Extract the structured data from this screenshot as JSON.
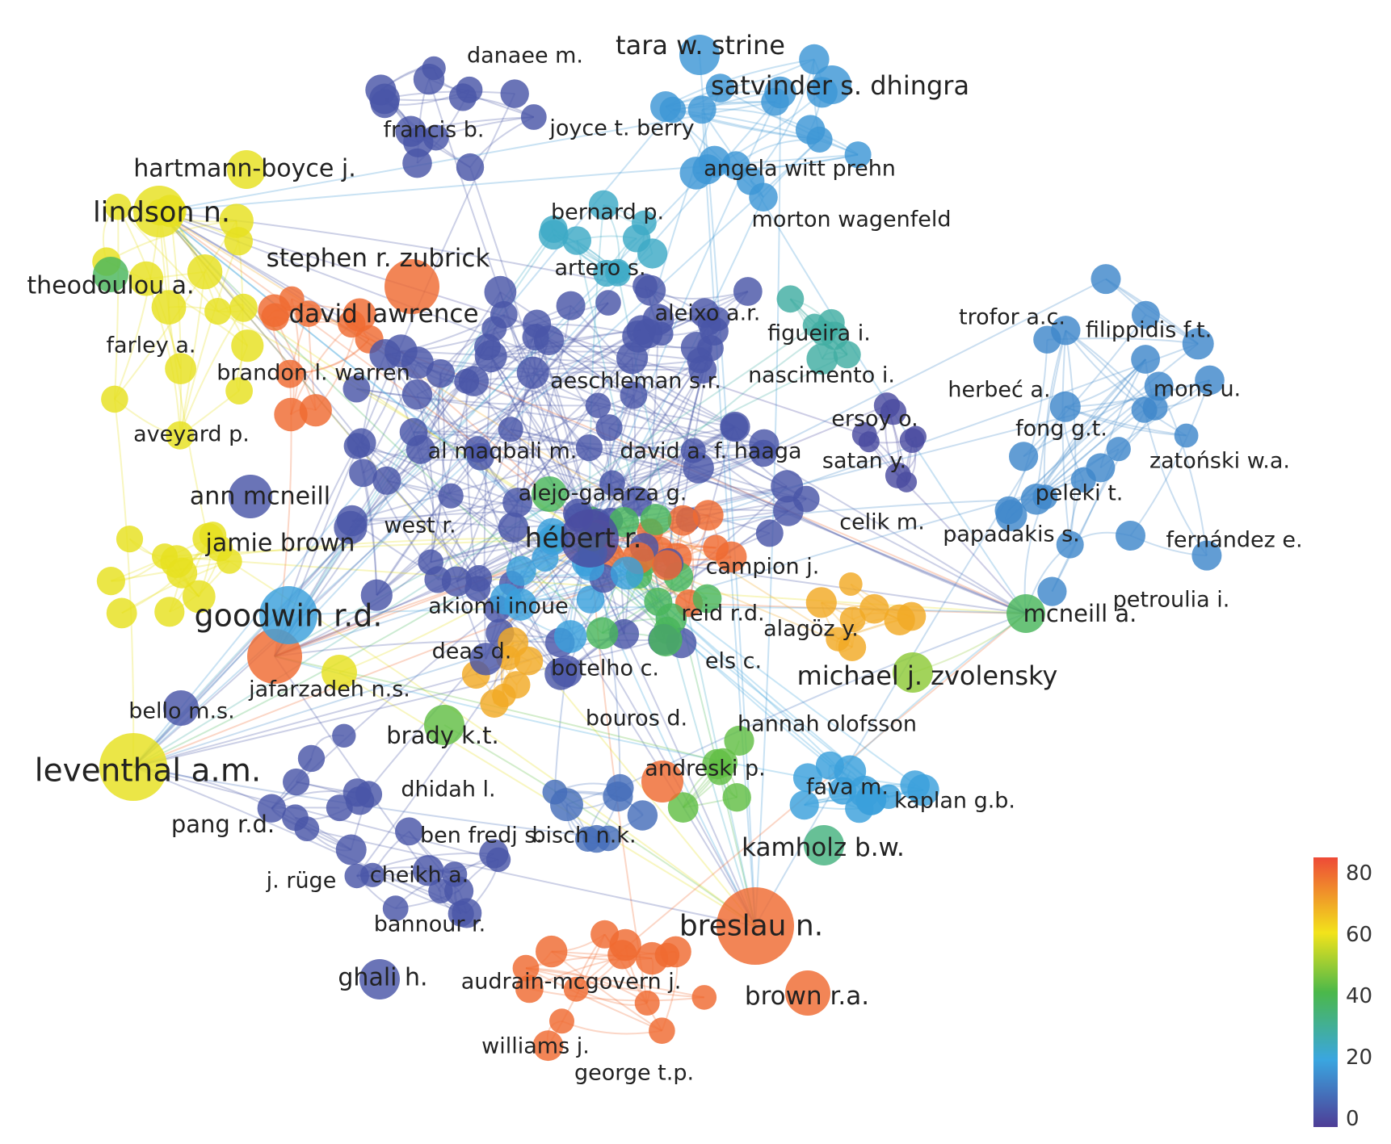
{
  "colors": {
    "scale": [
      "#4e3d96",
      "#3aa6e0",
      "#4bb84a",
      "#f2e31b",
      "#ee4a37"
    ],
    "edge_alpha": 0.28
  },
  "legend": {
    "ticks": [
      "80",
      "60",
      "40",
      "20",
      "0"
    ],
    "min": 0,
    "max": 85
  },
  "labels": [
    {
      "text": "danaee m.",
      "v": 5
    },
    {
      "text": "tara w. strine",
      "v": 18
    },
    {
      "text": "satvinder s. dhingra",
      "v": 18
    },
    {
      "text": "francis b.",
      "v": 5
    },
    {
      "text": "joyce t. berry",
      "v": 20
    },
    {
      "text": "hartmann-boyce j.",
      "v": 60
    },
    {
      "text": "angela witt prehn",
      "v": 15
    },
    {
      "text": "lindson n.",
      "v": 60
    },
    {
      "text": "bernard p.",
      "v": 25
    },
    {
      "text": "morton wagenfeld",
      "v": 15
    },
    {
      "text": "stephen r. zubrick",
      "v": 70
    },
    {
      "text": "theodoulou a.",
      "v": 40
    },
    {
      "text": "artero s.",
      "v": 25
    },
    {
      "text": "david lawrence",
      "v": 80
    },
    {
      "text": "aleixo a.r.",
      "v": 3
    },
    {
      "text": "trofor a.c.",
      "v": 15
    },
    {
      "text": "filippidis f.t.",
      "v": 15
    },
    {
      "text": "farley a.",
      "v": 60
    },
    {
      "text": "figueira i.",
      "v": 30
    },
    {
      "text": "brandon l. warren",
      "v": 80
    },
    {
      "text": "aeschleman s.r.",
      "v": 10
    },
    {
      "text": "nascimento i.",
      "v": 30
    },
    {
      "text": "herbeć a.",
      "v": 15
    },
    {
      "text": "mons u.",
      "v": 15
    },
    {
      "text": "ersoy o.",
      "v": 3
    },
    {
      "text": "aveyard p.",
      "v": 60
    },
    {
      "text": "fong g.t.",
      "v": 15
    },
    {
      "text": "al maqbali m.",
      "v": 5
    },
    {
      "text": "david a. f. haaga",
      "v": 8
    },
    {
      "text": "satan y.",
      "v": 3
    },
    {
      "text": "zatoński w.a.",
      "v": 15
    },
    {
      "text": "ann mcneill",
      "v": 5
    },
    {
      "text": "alejo-galarza g.",
      "v": 40
    },
    {
      "text": "peleki t.",
      "v": 15
    },
    {
      "text": "west r.",
      "v": 5
    },
    {
      "text": "celik m.",
      "v": 3
    },
    {
      "text": "hébert r.",
      "v": 3
    },
    {
      "text": "papadakis s.",
      "v": 15
    },
    {
      "text": "fernández e.",
      "v": 15
    },
    {
      "text": "jamie brown",
      "v": 5
    },
    {
      "text": "campion j.",
      "v": 70
    },
    {
      "text": "goodwin r.d.",
      "v": 20
    },
    {
      "text": "akiomi inoue",
      "v": 20
    },
    {
      "text": "reid r.d.",
      "v": 80
    },
    {
      "text": "mcneill a.",
      "v": 40
    },
    {
      "text": "petroulia i.",
      "v": 15
    },
    {
      "text": "alagöz y.",
      "v": 5
    },
    {
      "text": "deas d.",
      "v": 70
    },
    {
      "text": "els c.",
      "v": 40
    },
    {
      "text": "botelho c.",
      "v": 40
    },
    {
      "text": "michael j. zvolensky",
      "v": 50
    },
    {
      "text": "jafarzadeh n.s.",
      "v": 5
    },
    {
      "text": "bello m.s.",
      "v": 5
    },
    {
      "text": "bouros d.",
      "v": 5
    },
    {
      "text": "hannah olofsson",
      "v": 30
    },
    {
      "text": "brady k.t.",
      "v": 45
    },
    {
      "text": "leventhal a.m.",
      "v": 60
    },
    {
      "text": "andreski p.",
      "v": 80
    },
    {
      "text": "dhidah l.",
      "v": 5
    },
    {
      "text": "fava m.",
      "v": 20
    },
    {
      "text": "kaplan g.b.",
      "v": 20
    },
    {
      "text": "pang r.d.",
      "v": 5
    },
    {
      "text": "ben fredj s.",
      "v": 5
    },
    {
      "text": "bisch n.k.",
      "v": 10
    },
    {
      "text": "kamholz b.w.",
      "v": 35
    },
    {
      "text": "j. rüge",
      "v": 5
    },
    {
      "text": "cheikh a.",
      "v": 5
    },
    {
      "text": "breslau n.",
      "v": 80
    },
    {
      "text": "bannour r.",
      "v": 5
    },
    {
      "text": "ghali h.",
      "v": 5
    },
    {
      "text": "audrain-mcgovern j.",
      "v": 80
    },
    {
      "text": "brown r.a.",
      "v": 80
    },
    {
      "text": "williams j.",
      "v": 80
    },
    {
      "text": "george t.p.",
      "v": 80
    }
  ]
}
